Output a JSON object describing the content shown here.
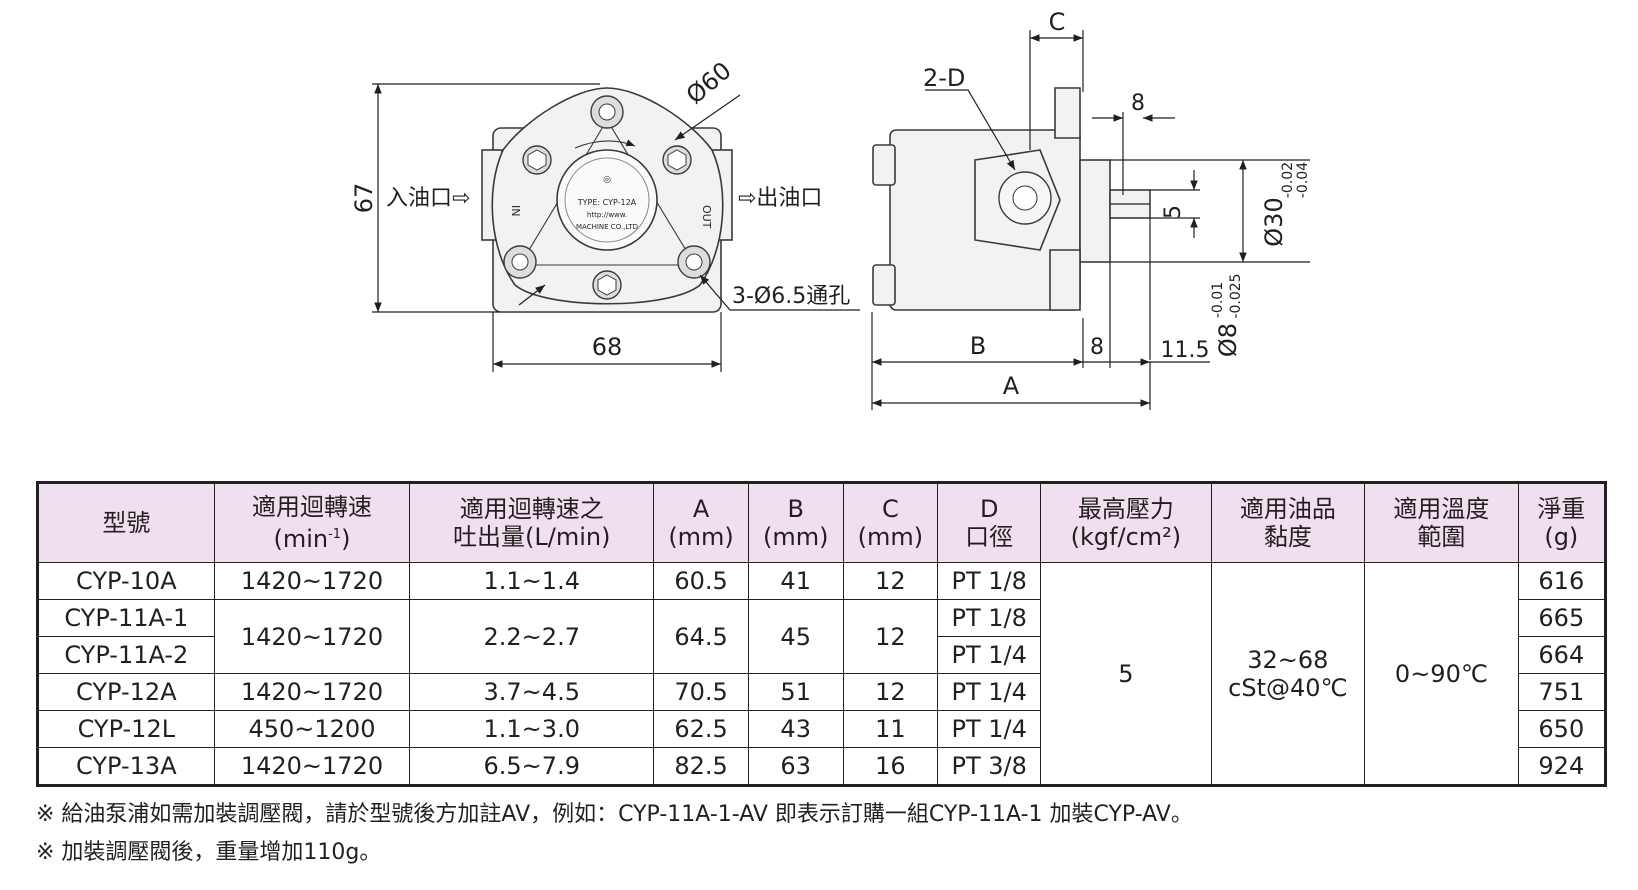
{
  "drawing": {
    "dims_front": {
      "height": "67",
      "width": "68",
      "diameter": "Ø60",
      "inlet": "入油口⇨",
      "outlet": "⇨出油口",
      "holes": "3-Ø6.5通孔"
    },
    "dims_side": {
      "c": "C",
      "d": "2-D",
      "key_width": "8",
      "flat": "5",
      "bore": "Ø30",
      "bore_upper": "-0.02",
      "bore_lower": "-0.04",
      "shaft": "Ø8",
      "shaft_upper": "-0.01",
      "shaft_lower": "-0.025",
      "b": "B",
      "shoulder": "8",
      "shaft_len": "11.5",
      "a": "A"
    },
    "nameplate": {
      "type": "TYPE: CYP-12A",
      "url": "http://www.",
      "maker": "MACHINE CO.,LTD"
    }
  },
  "table": {
    "headers": {
      "model": "型號",
      "speed_1": "適用迴轉速",
      "speed_2_pre": "(min",
      "speed_2_sup": "-1",
      "speed_2_post": ")",
      "flow_1": "適用迴轉速之",
      "flow_2": "吐出量(L/min)",
      "a_1": "A",
      "a_2": "(mm)",
      "b_1": "B",
      "b_2": "(mm)",
      "c_1": "C",
      "c_2": "(mm)",
      "d_1": "D",
      "d_2": "口徑",
      "pressure_1": "最高壓力",
      "pressure_2": "(kgf/cm²)",
      "viscosity_1": "適用油品",
      "viscosity_2": "黏度",
      "temp_1": "適用溫度",
      "temp_2": "範圍",
      "weight_1": "淨重",
      "weight_2": "(g)"
    },
    "rows": [
      {
        "model": "CYP-10A",
        "speed": "1420~1720",
        "flow": "1.1~1.4",
        "a": "60.5",
        "b": "41",
        "c": "12",
        "d": "PT 1/8",
        "weight": "616"
      },
      {
        "model": "CYP-11A-1",
        "speed": "1420~1720",
        "flow": "2.2~2.7",
        "a": "64.5",
        "b": "45",
        "c": "12",
        "d": "PT 1/8",
        "weight": "665"
      },
      {
        "model": "CYP-11A-2",
        "d": "PT 1/4",
        "weight": "664"
      },
      {
        "model": "CYP-12A",
        "speed": "1420~1720",
        "flow": "3.7~4.5",
        "a": "70.5",
        "b": "51",
        "c": "12",
        "d": "PT 1/4",
        "weight": "751"
      },
      {
        "model": "CYP-12L",
        "speed": "450~1200",
        "flow": "1.1~3.0",
        "a": "62.5",
        "b": "43",
        "c": "11",
        "d": "PT 1/4",
        "weight": "650"
      },
      {
        "model": "CYP-13A",
        "speed": "1420~1720",
        "flow": "6.5~7.9",
        "a": "82.5",
        "b": "63",
        "c": "16",
        "d": "PT 3/8",
        "weight": "924"
      }
    ],
    "shared": {
      "pressure": "5",
      "viscosity_1": "32~68",
      "viscosity_2": "cSt@40℃",
      "temp": "0~90℃"
    }
  },
  "notes": [
    "※ 給油泵浦如需加裝調壓閥，請於型號後方加註AV，例如：CYP-11A-1-AV 即表示訂購一組CYP-11A-1 加裝CYP-AV。",
    "※ 加裝調壓閥後，重量增加110g。"
  ]
}
